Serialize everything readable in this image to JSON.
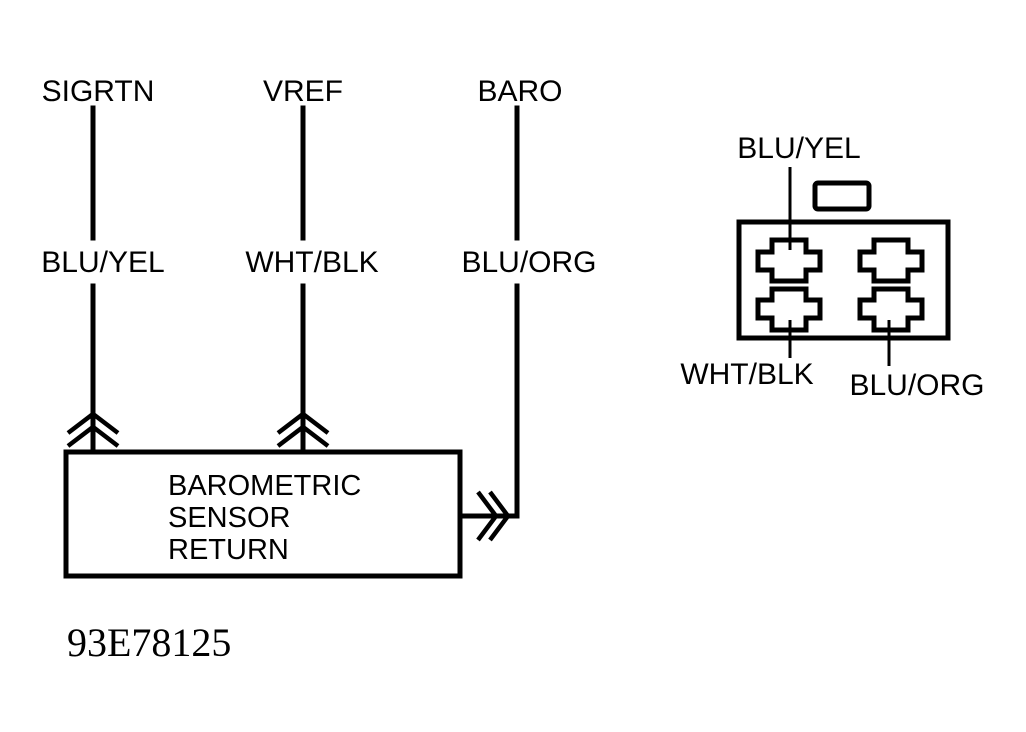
{
  "wires": [
    {
      "signal": "SIGRTN",
      "color": "BLU/YEL"
    },
    {
      "signal": "VREF",
      "color": "WHT/BLK"
    },
    {
      "signal": "BARO",
      "color": "BLU/ORG"
    }
  ],
  "sensor": {
    "lines": [
      "BAROMETRIC",
      "SENSOR",
      "RETURN"
    ]
  },
  "connector": {
    "top_left_label": "BLU/YEL",
    "bottom_left_label": "WHT/BLK",
    "bottom_right_label": "BLU/ORG"
  },
  "figure_code": "93E78125"
}
